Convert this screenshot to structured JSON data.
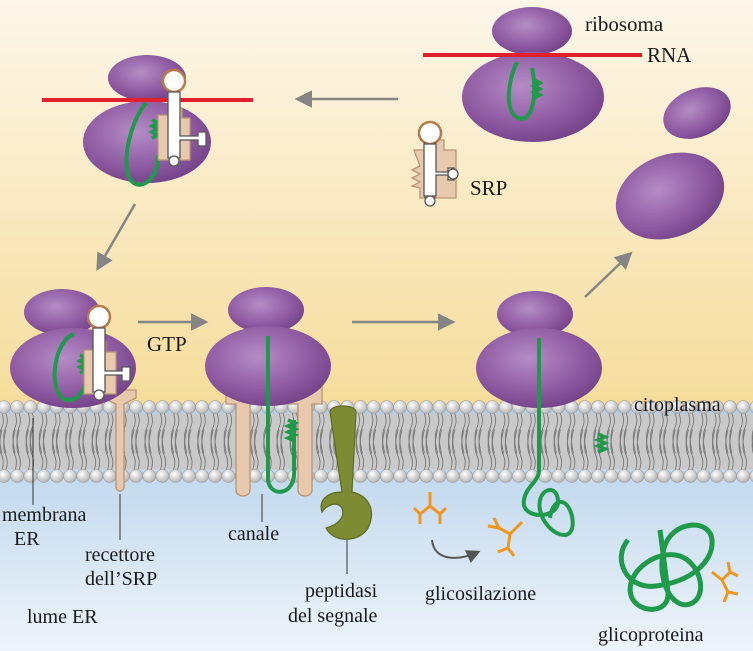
{
  "labels": {
    "ribosoma": "ribosoma",
    "rna": "RNA",
    "srp": "SRP",
    "gtp": "GTP",
    "citoplasma": "citoplasma",
    "membrana_1": "membrana",
    "membrana_2": "ER",
    "recettore_1": "recettore",
    "recettore_2": "dell’SRP",
    "canale": "canale",
    "peptidasi_1": "peptidasi",
    "peptidasi_2": "del segnale",
    "glicosilazione": "glicosilazione",
    "glicoproteina": "glicoproteina",
    "lume": "lume ER"
  },
  "colors": {
    "cytoplasm_top": "#fdf6e7",
    "cytoplasm_bottom": "#f6dc9a",
    "lumen_top": "#b2cfe9",
    "lumen_bottom": "#eef4fa",
    "ribosome": "#8f5aa2",
    "protein": "#1e9a4a",
    "rna": "#e0202a",
    "srp_receptor": "#e8c9ad",
    "peptidase": "#7d8c32",
    "sugar": "#f0961e",
    "arrow": "#858585"
  }
}
